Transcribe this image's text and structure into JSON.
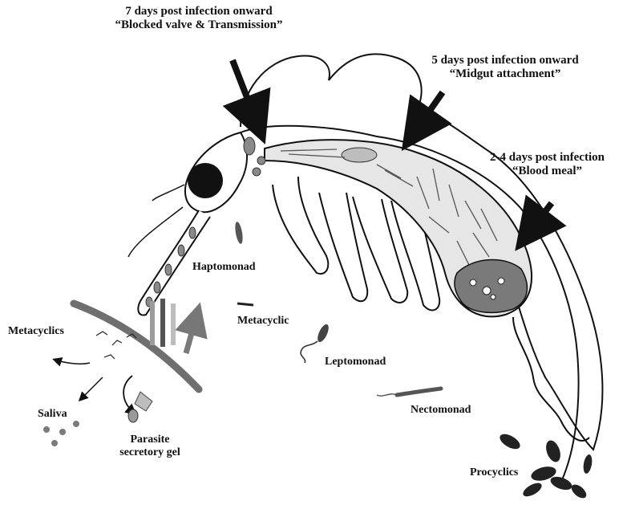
{
  "stage_annotations": [
    {
      "id": "day7",
      "line1": "7 days post infection onward",
      "line2": "“Blocked valve & Transmission”"
    },
    {
      "id": "day5",
      "line1": "5 days post infection onward",
      "line2": "“Midgut attachment”"
    },
    {
      "id": "day24",
      "line1": "2-4 days post infection",
      "line2": "“Blood meal”"
    }
  ],
  "parasite_forms": {
    "haptomonad": "Haptomonad",
    "metacyclic": "Metacyclic",
    "leptomonad": "Leptomonad",
    "nectomonad": "Nectomonad",
    "procyclics": "Procyclics"
  },
  "transmission_labels": {
    "metacyclics": "Metacyclics",
    "saliva": "Saliva",
    "gel_line1": "Parasite",
    "gel_line2": "secretory gel"
  },
  "colors": {
    "outline": "#111111",
    "midgut_fill": "#d9d9d9",
    "blood_meal": "#7a7a7a",
    "arrow": "#111111"
  }
}
